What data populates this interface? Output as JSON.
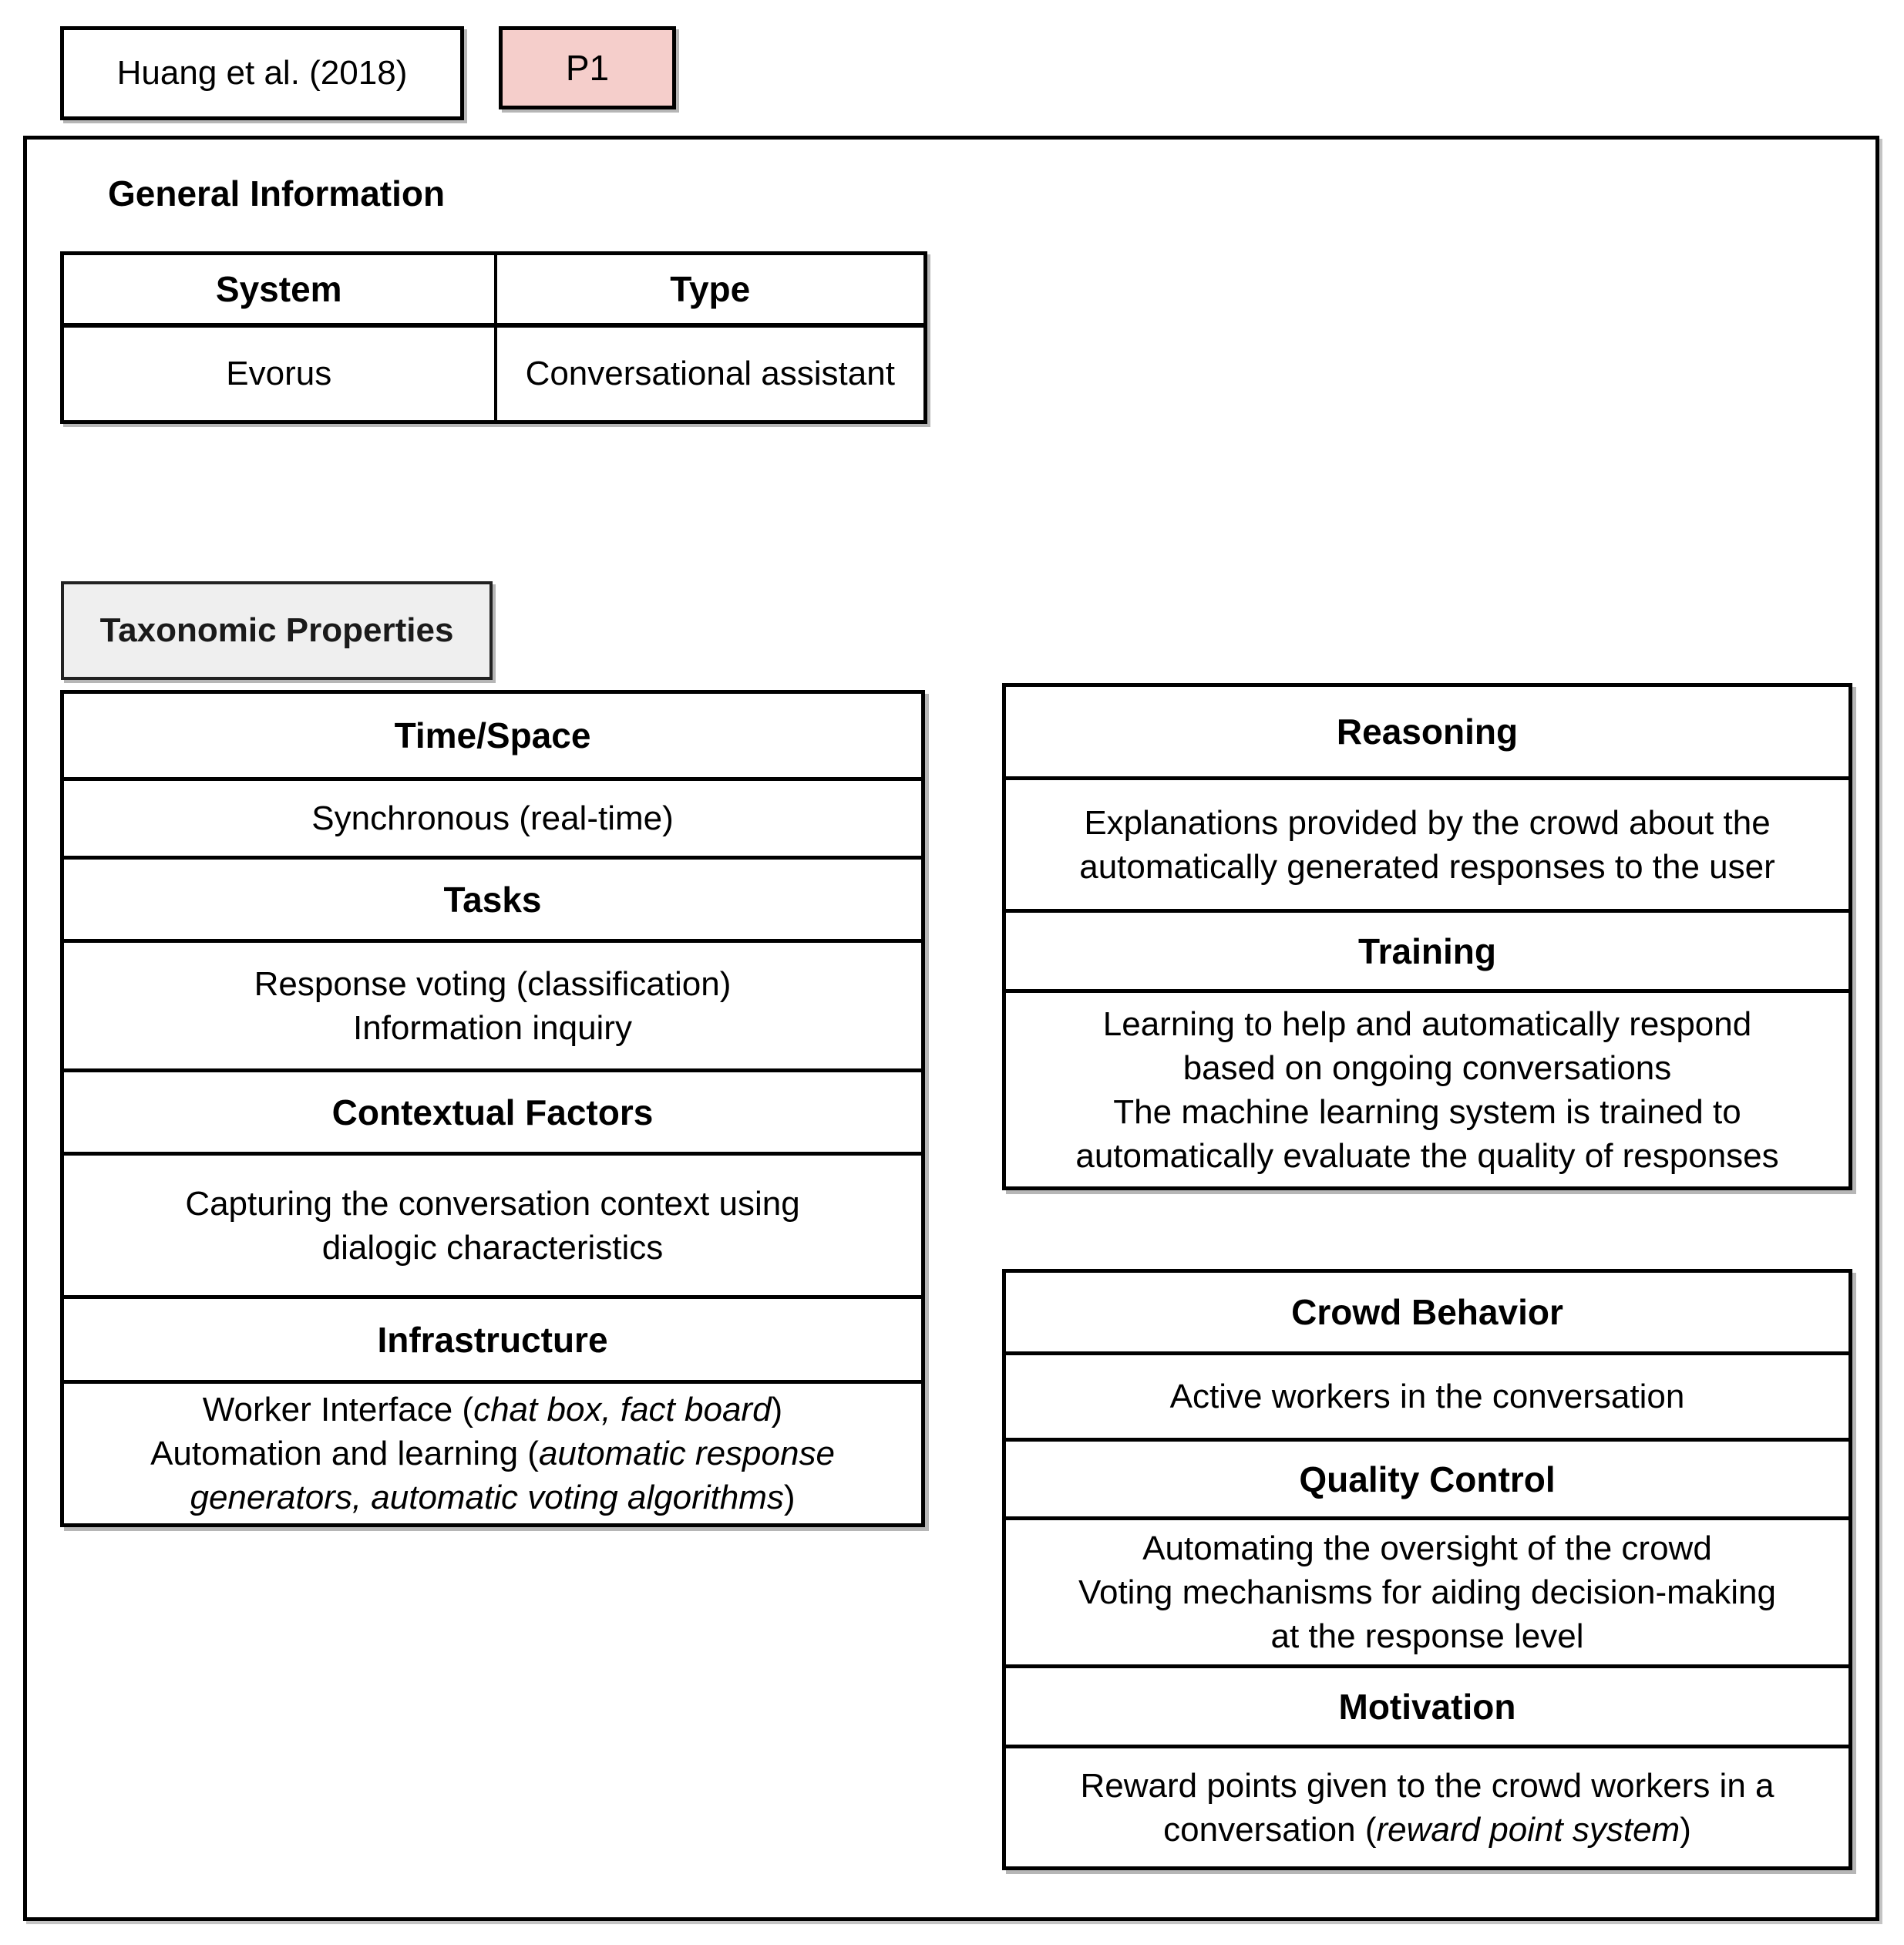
{
  "header": {
    "citation": "Huang et al. (2018)",
    "badge": "P1"
  },
  "colors": {
    "badge_bg": "#f5cecb",
    "taxonomic_bg": "#efefef",
    "border": "#000000",
    "shadow": "#b6b6b6"
  },
  "general_information": {
    "title": "General Information",
    "table": {
      "col1_header": "System",
      "col2_header": "Type",
      "col1_value": "Evorus",
      "col2_value": "Conversational assistant"
    }
  },
  "taxonomic": {
    "title": "Taxonomic Properties"
  },
  "left_panel": {
    "time_space_header": "Time/Space",
    "time_space_content": "Synchronous (real-time)",
    "tasks_header": "Tasks",
    "tasks_line1": "Response voting (classification)",
    "tasks_line2": "Information inquiry",
    "contextual_header": "Contextual Factors",
    "contextual_line1": "Capturing the conversation context using",
    "contextual_line2": "dialogic characteristics",
    "infrastructure_header": "Infrastructure",
    "infra_l1_pre": "Worker Interface (",
    "infra_l1_em": "chat box, fact board",
    "infra_l1_post": ")",
    "infra_l2_pre": "Automation and learning (",
    "infra_l2_em": "automatic response",
    "infra_l3_em": "generators, automatic voting algorithms",
    "infra_l3_post": ")"
  },
  "right_panel_top": {
    "reasoning_header": "Reasoning",
    "reasoning_line1": "Explanations provided by the crowd about the",
    "reasoning_line2": "automatically generated responses to the user",
    "training_header": "Training",
    "training_line1": "Learning to help and automatically respond",
    "training_line2": "based on ongoing conversations",
    "training_line3": "The machine learning system is trained to",
    "training_line4": "automatically evaluate the quality of responses"
  },
  "right_panel_bottom": {
    "crowd_header": "Crowd Behavior",
    "crowd_content": "Active workers in the conversation",
    "quality_header": "Quality Control",
    "quality_line1": "Automating the oversight of the crowd",
    "quality_line2": "Voting mechanisms for aiding decision-making",
    "quality_line3": "at the response level",
    "motivation_header": "Motivation",
    "motivation_line1": "Reward points given to the crowd workers in a",
    "motivation_l2_pre": "conversation (",
    "motivation_l2_em": "reward point system",
    "motivation_l2_post": ")"
  }
}
